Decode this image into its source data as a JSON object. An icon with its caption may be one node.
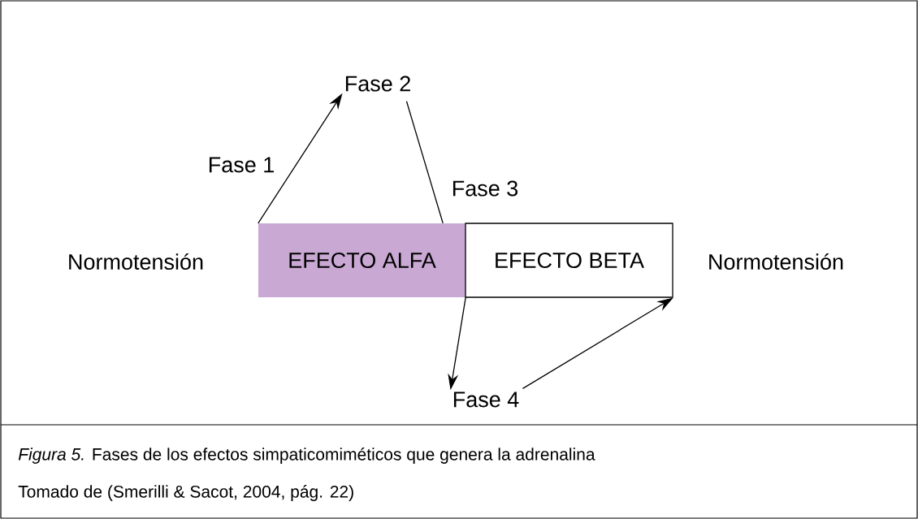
{
  "diagram": {
    "caption": "*Figura 5.* Fases de los efectos simpaticomiméticos que genera la adrenalina",
    "nodes": [
      {
        "text": [
          "Normotensión"
        ]
      },
      {
        "text": [
          "EFECTO ALFA"
        ]
      },
      {
        "text": [
          "EFECTO BETA"
        ]
      },
      {
        "text": [
          "Normotensión"
        ]
      },
      {
        "text": [
          "Fase 2"
        ]
      },
      {
        "text": [
          "Fase 4"
        ]
      }
    ],
    "edges": [
      {
        "from": 1,
        "to": 4,
        "arrow": "to",
        "label": "Fase 1"
      },
      {
        "from": 4,
        "to": 1,
        "arrow": "none",
        "label": "Fase 3"
      },
      {
        "from": 1,
        "to": 5,
        "arrow": "to"
      },
      {
        "from": 5,
        "to": 2,
        "arrow": "to"
      }
    ],
    "labels": [
      "Tomado de (Smerilli & Sacot, 2004, pág. 22)"
    ]
  }
}
